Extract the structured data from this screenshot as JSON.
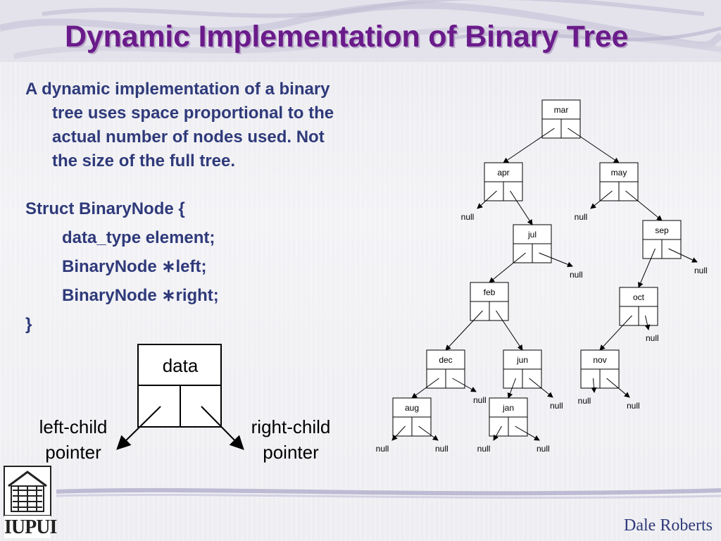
{
  "title": "Dynamic Implementation of Binary Tree",
  "intro": "A dynamic implementation of a binary tree uses space proportional to the actual number of nodes used.  Not the size of the full tree.",
  "struct": {
    "open": "Struct BinaryNode {",
    "field1": "data_type element;",
    "field2": "BinaryNode ∗left;",
    "field3": "BinaryNode ∗right;",
    "close": "}"
  },
  "node_diagram": {
    "data_label": "data",
    "left_label_1": "left-child",
    "left_label_2": "pointer",
    "right_label_1": "right-child",
    "right_label_2": "pointer"
  },
  "tree": {
    "null_label": "null",
    "nodes": [
      {
        "id": "mar",
        "label": "mar"
      },
      {
        "id": "apr",
        "label": "apr"
      },
      {
        "id": "may",
        "label": "may"
      },
      {
        "id": "jul",
        "label": "jul"
      },
      {
        "id": "sep",
        "label": "sep"
      },
      {
        "id": "feb",
        "label": "feb"
      },
      {
        "id": "oct",
        "label": "oct"
      },
      {
        "id": "dec",
        "label": "dec"
      },
      {
        "id": "jun",
        "label": "jun"
      },
      {
        "id": "nov",
        "label": "nov"
      },
      {
        "id": "aug",
        "label": "aug"
      },
      {
        "id": "jan",
        "label": "jan"
      }
    ],
    "edges": [
      {
        "from": "mar",
        "side": "left",
        "to": "apr"
      },
      {
        "from": "mar",
        "side": "right",
        "to": "may"
      },
      {
        "from": "apr",
        "side": "left",
        "to": null
      },
      {
        "from": "apr",
        "side": "right",
        "to": "jul"
      },
      {
        "from": "may",
        "side": "left",
        "to": null
      },
      {
        "from": "may",
        "side": "right",
        "to": "sep"
      },
      {
        "from": "jul",
        "side": "left",
        "to": "feb"
      },
      {
        "from": "jul",
        "side": "right",
        "to": null
      },
      {
        "from": "sep",
        "side": "left",
        "to": "oct"
      },
      {
        "from": "sep",
        "side": "right",
        "to": null
      },
      {
        "from": "feb",
        "side": "left",
        "to": "dec"
      },
      {
        "from": "feb",
        "side": "right",
        "to": "jun"
      },
      {
        "from": "oct",
        "side": "left",
        "to": "nov"
      },
      {
        "from": "oct",
        "side": "right",
        "to": null
      },
      {
        "from": "dec",
        "side": "left",
        "to": "aug"
      },
      {
        "from": "dec",
        "side": "right",
        "to": null
      },
      {
        "from": "jun",
        "side": "left",
        "to": "jan"
      },
      {
        "from": "jun",
        "side": "right",
        "to": null
      },
      {
        "from": "nov",
        "side": "left",
        "to": null
      },
      {
        "from": "nov",
        "side": "right",
        "to": null
      },
      {
        "from": "aug",
        "side": "left",
        "to": null
      },
      {
        "from": "aug",
        "side": "right",
        "to": null
      },
      {
        "from": "jan",
        "side": "left",
        "to": null
      },
      {
        "from": "jan",
        "side": "right",
        "to": null
      }
    ]
  },
  "author": "Dale Roberts",
  "logo_text": "IUPUI"
}
